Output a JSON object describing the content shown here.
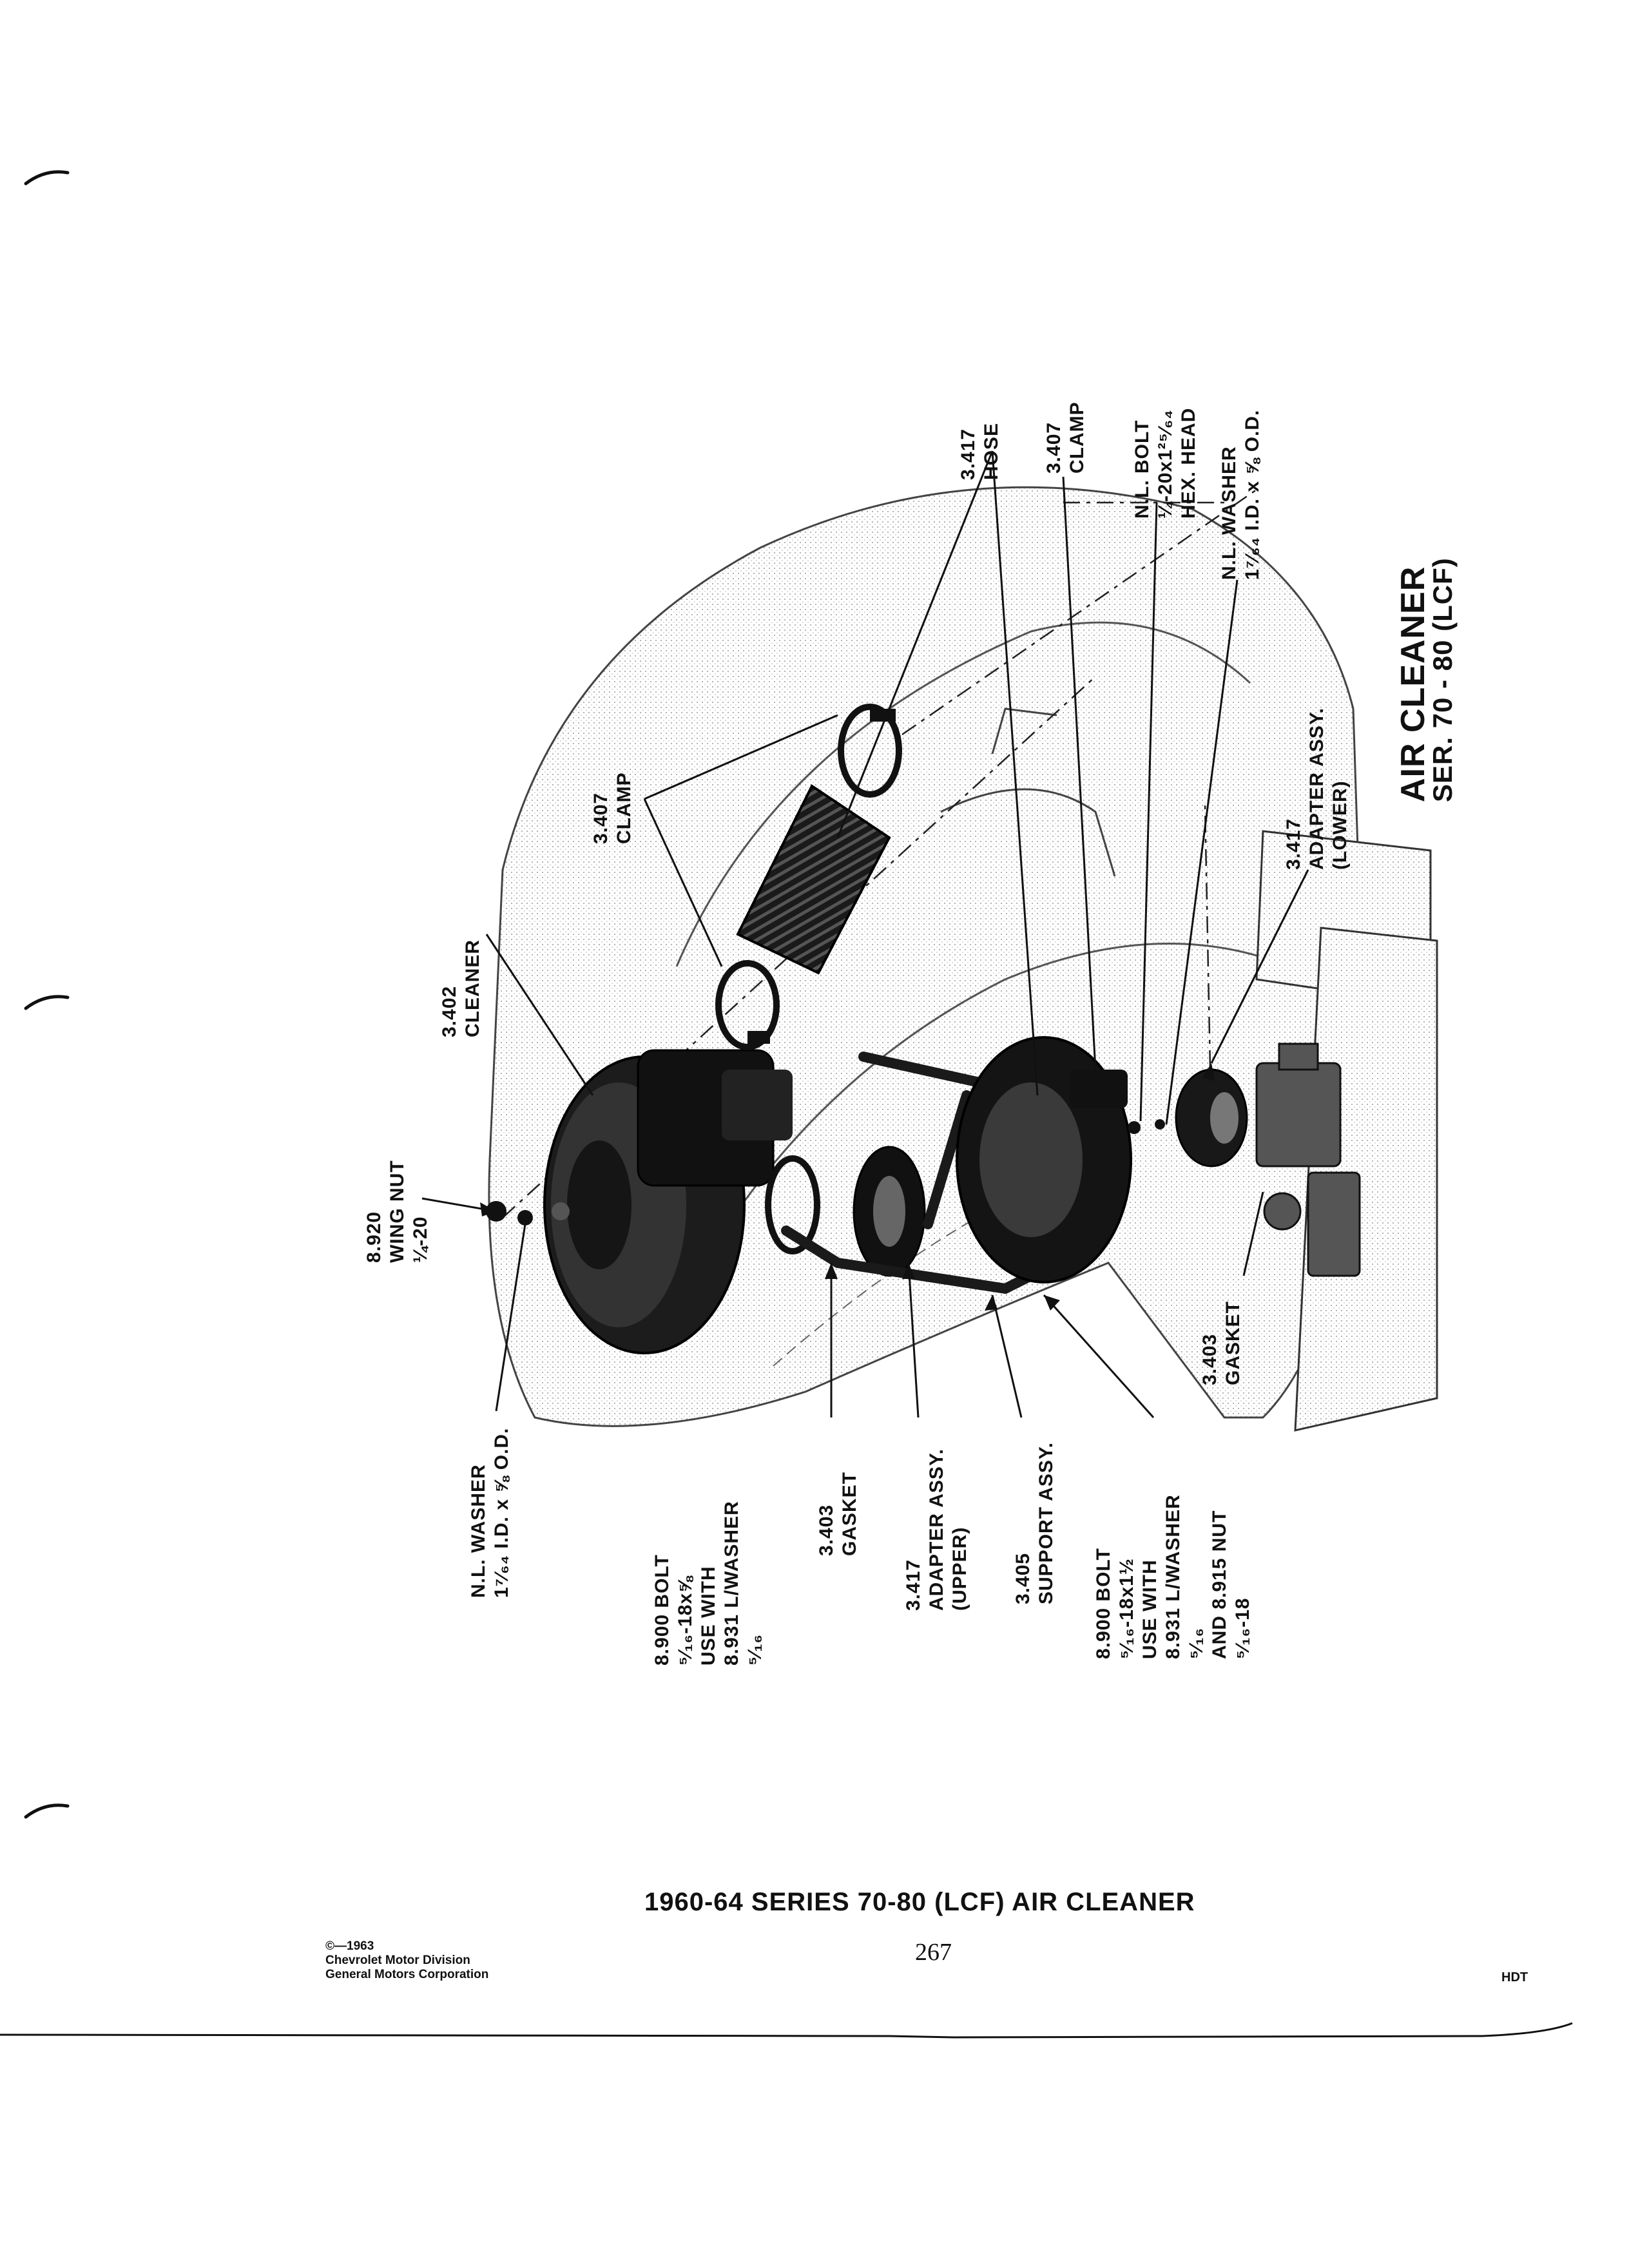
{
  "diagram": {
    "labels": {
      "wing_nut": [
        "8.920",
        "WING NUT",
        "¼-20"
      ],
      "washer_top": [
        "N.L. WASHER",
        "1⁷⁄₆₄ I.D. x ⅝ O.D."
      ],
      "cleaner": [
        "3.402",
        "CLEANER"
      ],
      "clamp_middle": [
        "3.407",
        "CLAMP"
      ],
      "hose": [
        "3.417",
        "HOSE"
      ],
      "clamp_right": [
        "3.407",
        "CLAMP"
      ],
      "nl_bolt": [
        "N.L. BOLT",
        "¼-20x1²⁵⁄₆₄",
        "HEX. HEAD"
      ],
      "washer_right": [
        "N.L. WASHER",
        "1⁷⁄₆₄ I.D. x ⅝ O.D."
      ],
      "adapter_lower": [
        "3.417",
        "ADAPTER ASSY.",
        "(LOWER)"
      ],
      "title": [
        "AIR CLEANER",
        "SER. 70 - 80 (LCF)"
      ],
      "gasket_lower": [
        "3.403",
        "GASKET"
      ],
      "bolt_upper": [
        "8.900 BOLT",
        "⁵⁄₁₆-18x⅝",
        "USE WITH",
        "8.931 L/WASHER",
        "⁵⁄₁₆"
      ],
      "gasket_upper": [
        "3.403",
        "GASKET"
      ],
      "adapter_upper": [
        "3.417",
        "ADAPTER ASSY.",
        "(UPPER)"
      ],
      "support": [
        "3.405",
        "SUPPORT ASSY."
      ],
      "bolt_lower": [
        "8.900 BOLT",
        "⁵⁄₁₆-18x1½",
        "USE WITH",
        "8.931 L/WASHER",
        "⁵⁄₁₆",
        "AND 8.915 NUT",
        "⁵⁄₁₆-18"
      ]
    }
  },
  "caption": "1960-64 SERIES 70-80 (LCF) AIR CLEANER",
  "page_number": "267",
  "copyright": [
    "©—1963",
    "Chevrolet Motor Division",
    "General Motors Corporation"
  ],
  "code": "HDT"
}
